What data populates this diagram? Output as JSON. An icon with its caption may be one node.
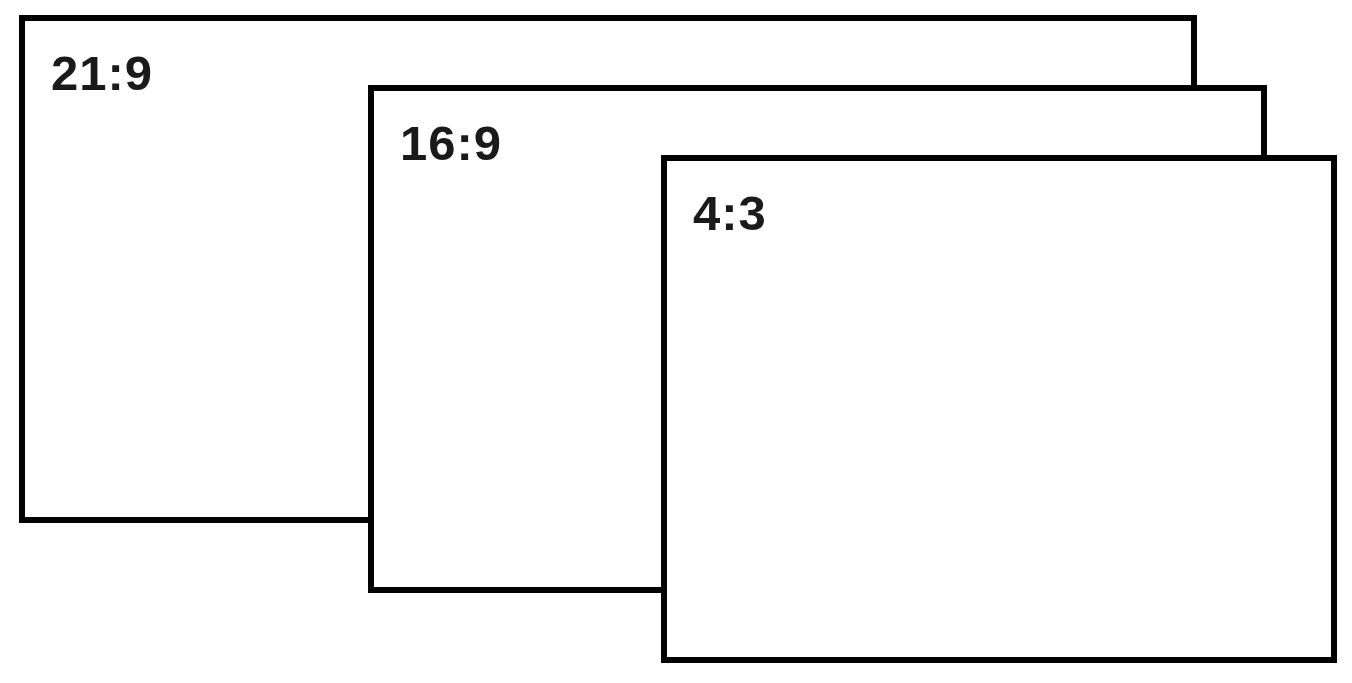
{
  "diagram": {
    "nodes": [
      {
        "text": [
          "21:9"
        ]
      },
      {
        "text": [
          "16:9"
        ]
      },
      {
        "text": [
          "4:3"
        ]
      }
    ]
  }
}
